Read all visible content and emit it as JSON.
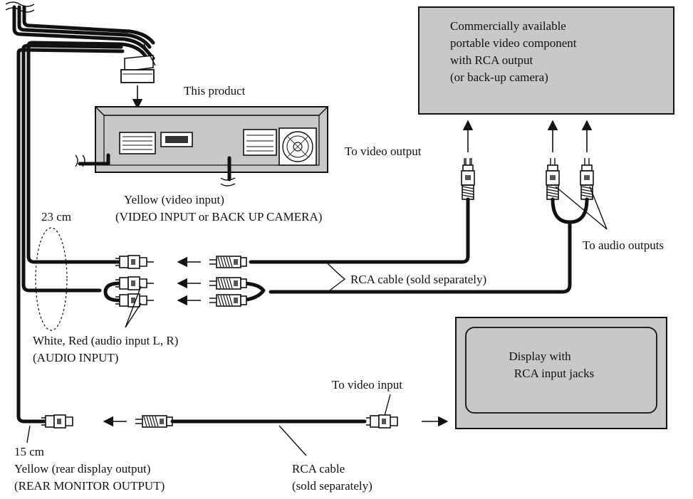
{
  "product_label": "This product",
  "device_source_box": {
    "line1": "Commercially available",
    "line2": "portable video component",
    "line3": "with RCA output",
    "line4": "(or back-up camera)"
  },
  "display_box": {
    "line1": "Display with",
    "line2": "RCA input jacks"
  },
  "labels": {
    "to_video_output": "To video output",
    "to_audio_outputs": "To audio outputs",
    "yellow_video_input_1": "Yellow (video input)",
    "yellow_video_input_2": "(VIDEO INPUT or BACK UP CAMERA)",
    "length_23": "23 cm",
    "rca_cable_1": "RCA cable (sold separately)",
    "white_red_1": "White, Red (audio input L, R)",
    "white_red_2": "(AUDIO INPUT)",
    "to_video_input": "To video input",
    "length_15": "15 cm",
    "yellow_rear_1": "Yellow (rear display output)",
    "yellow_rear_2": "(REAR MONITOR OUTPUT)",
    "rca_cable_2a": "RCA cable",
    "rca_cable_2b": "(sold separately)"
  },
  "colors": {
    "box_fill": "#c8c8c8",
    "line": "#111111"
  },
  "icons": [
    "plug-icon",
    "arrow-icon",
    "connector-icon",
    "fan-icon"
  ]
}
